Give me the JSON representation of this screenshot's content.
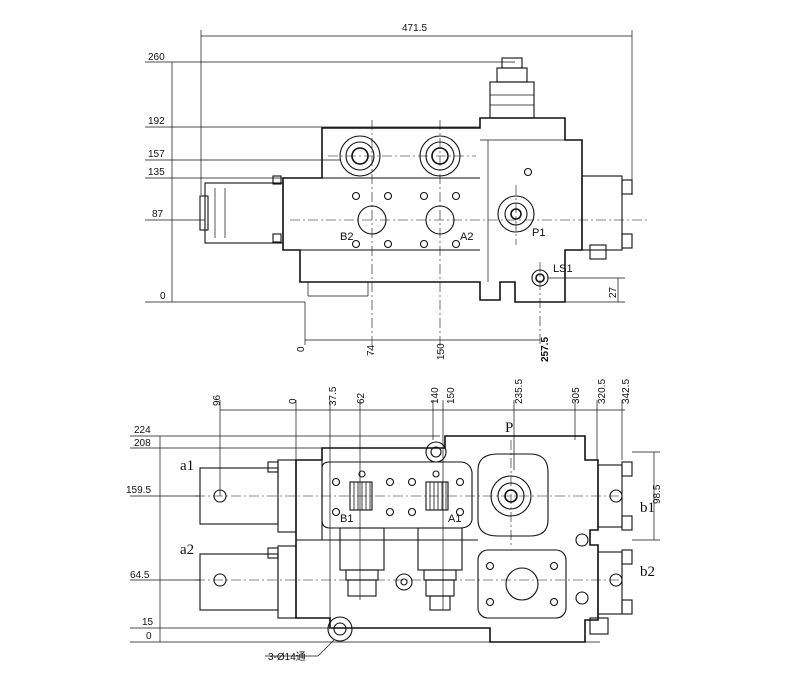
{
  "top_view": {
    "overall_width": "471.5",
    "heights": [
      "260",
      "192",
      "157",
      "135",
      "87",
      "0"
    ],
    "right_dim": "27",
    "bottom_dims": [
      "0",
      "74",
      "150",
      "257.5"
    ],
    "ports": {
      "b2": "B2",
      "a2": "A2",
      "p1": "P1",
      "ls1": "LS1"
    }
  },
  "front_view": {
    "top_dims": [
      "96",
      "0",
      "37.5",
      "62",
      "140",
      "150",
      "235.5",
      "305",
      "320.5",
      "342.5"
    ],
    "left_dims": [
      "224",
      "208",
      "159.5",
      "64.5",
      "15",
      "0"
    ],
    "right_dim": "98.5",
    "ports": {
      "b1": "B1",
      "a1": "A1",
      "p": "P"
    },
    "labels": {
      "a1": "a1",
      "a2": "a2",
      "b1": "b1",
      "b2": "b2"
    },
    "hole_note": "3-Ø14通"
  }
}
